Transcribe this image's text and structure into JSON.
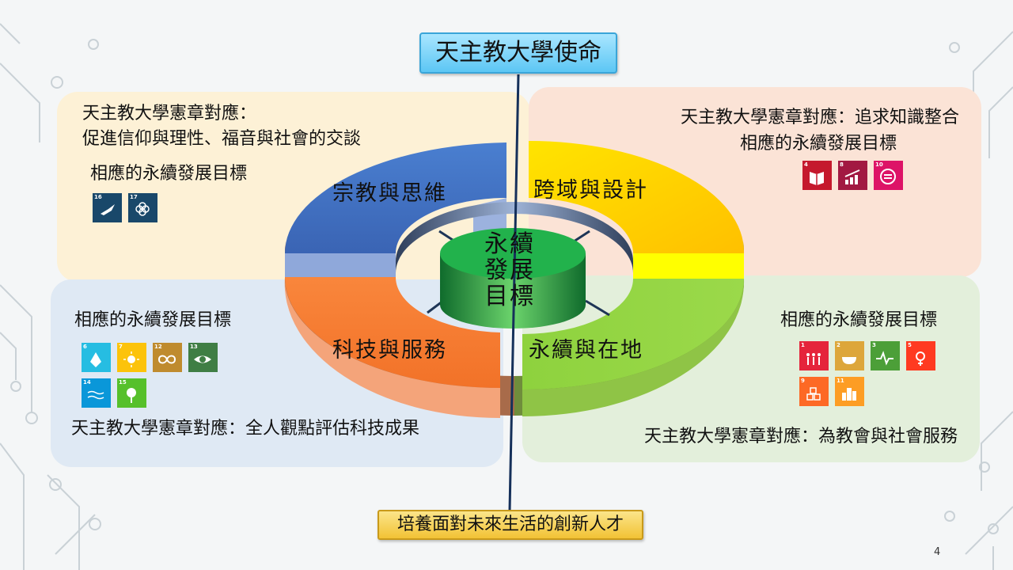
{
  "mission_title": "天主教大學使命",
  "bottom_title": "培養面對未來生活的創新人才",
  "center_label": [
    "永續",
    "發展",
    "目標"
  ],
  "page_number": "4",
  "quadrants": {
    "top_left": {
      "segment": "宗教與思維",
      "charter_line1": "天主教大學憲章對應：",
      "charter_line2": "促進信仰與理性、福音與社會的交談",
      "sdg_heading": "相應的永續發展目標",
      "sdgs": [
        {
          "num": "16",
          "color": "#19486a",
          "icon": "dove-icon"
        },
        {
          "num": "17",
          "color": "#19486a",
          "icon": "flower-icon"
        }
      ]
    },
    "top_right": {
      "segment": "跨域與設計",
      "charter_line1": "天主教大學憲章對應：追求知識整合",
      "sdg_heading": "相應的永續發展目標",
      "sdgs": [
        {
          "num": "4",
          "color": "#c5192d",
          "icon": "book-icon"
        },
        {
          "num": "8",
          "color": "#a21942",
          "icon": "growth-chart-icon"
        },
        {
          "num": "10",
          "color": "#dd1367",
          "icon": "equal-icon"
        }
      ]
    },
    "bottom_left": {
      "segment": "科技與服務",
      "sdg_heading": "相應的永續發展目標",
      "charter_line1": "天主教大學憲章對應：全人觀點評估科技成果",
      "sdgs": [
        {
          "num": "6",
          "color": "#26bde2",
          "icon": "water-drop-icon"
        },
        {
          "num": "7",
          "color": "#fcc30b",
          "icon": "sun-icon"
        },
        {
          "num": "12",
          "color": "#bf8b2e",
          "icon": "infinity-icon"
        },
        {
          "num": "13",
          "color": "#3f7e44",
          "icon": "eye-globe-icon"
        },
        {
          "num": "14",
          "color": "#0a97d9",
          "icon": "fish-wave-icon"
        },
        {
          "num": "15",
          "color": "#56c02b",
          "icon": "tree-icon"
        }
      ]
    },
    "bottom_right": {
      "segment": "永續與在地",
      "sdg_heading": "相應的永續發展目標",
      "charter_line1": "天主教大學憲章對應：為教會與社會服務",
      "sdgs": [
        {
          "num": "1",
          "color": "#e5243b",
          "icon": "family-icon"
        },
        {
          "num": "2",
          "color": "#dda63a",
          "icon": "bowl-icon"
        },
        {
          "num": "3",
          "color": "#4c9f38",
          "icon": "heartbeat-icon"
        },
        {
          "num": "5",
          "color": "#ff3a21",
          "icon": "gender-icon"
        },
        {
          "num": "9",
          "color": "#fd6925",
          "icon": "cubes-icon"
        },
        {
          "num": "11",
          "color": "#fd9d24",
          "icon": "city-icon"
        }
      ]
    }
  }
}
